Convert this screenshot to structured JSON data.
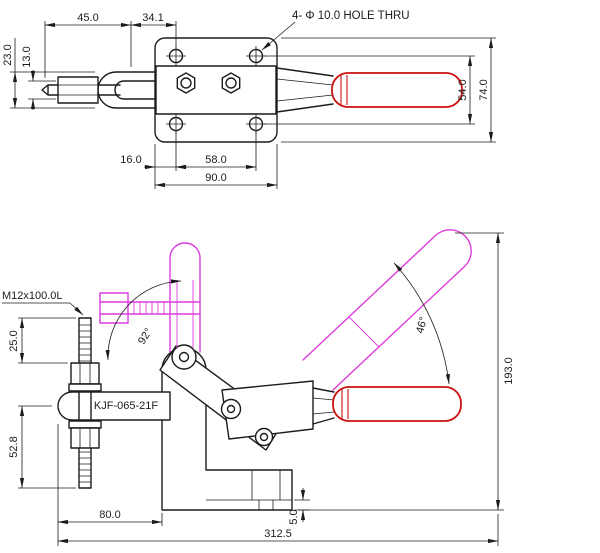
{
  "colors": {
    "line": "#1c1c1c",
    "handle_grip": "#cc1111",
    "phantom_open_position": "#dd3cdd",
    "background": "#ffffff"
  },
  "top_view": {
    "hole_note": "4- Φ 10.0 HOLE THRU",
    "dim_45": "45.0",
    "dim_34_1": "34.1",
    "dim_23": "23.0",
    "dim_13": "13.0",
    "dim_54": "54.0",
    "dim_74": "74.0",
    "dim_16": "16.0",
    "dim_58": "58.0",
    "dim_90": "90.0"
  },
  "side_view": {
    "spindle_spec": "M12x100.0L",
    "model": "KJF-065-21F",
    "dim_25": "25.0",
    "dim_52_8": "52.8",
    "angle_arm_open": "92°",
    "angle_handle_open": "46°",
    "dim_193": "193.0",
    "dim_80": "80.0",
    "dim_5": "5.0",
    "dim_312_5": "312.5"
  }
}
